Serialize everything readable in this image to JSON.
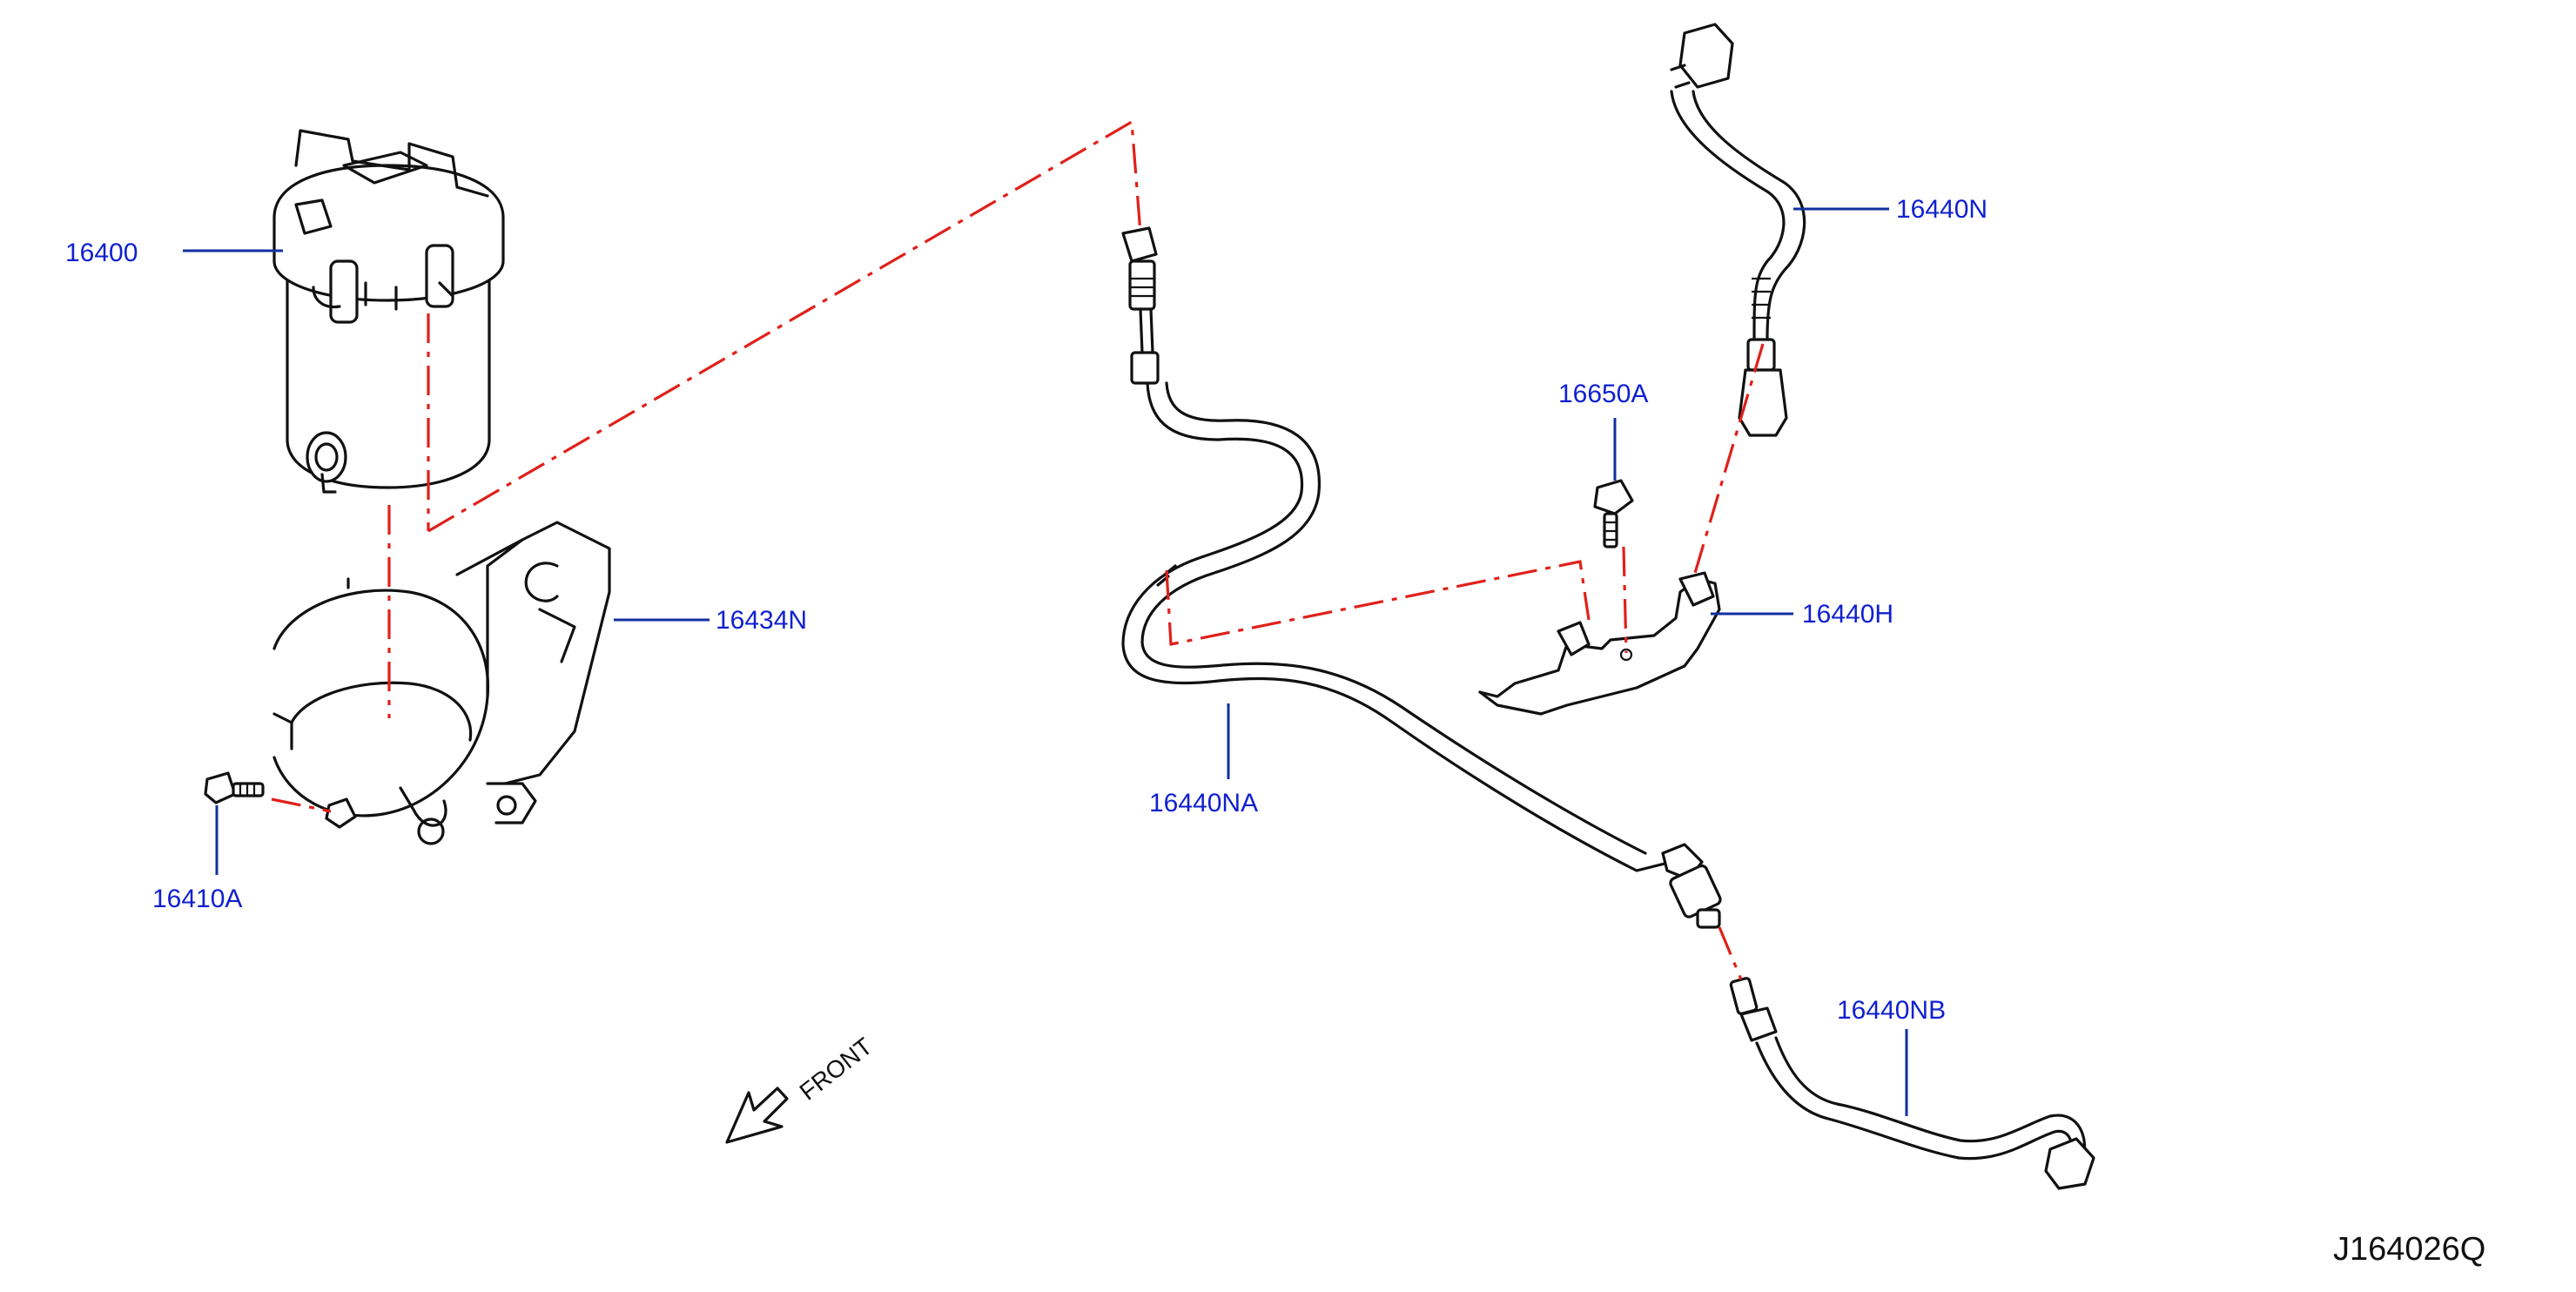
{
  "diagram_id": "J164026Q",
  "direction_label": "FRONT",
  "colors": {
    "line": "#111111",
    "callout_text": "#1020d0",
    "leader": "#1030a0",
    "alignment_dash": "#e0201a"
  },
  "parts": [
    {
      "number": "16400"
    },
    {
      "number": "16434N"
    },
    {
      "number": "16410A"
    },
    {
      "number": "16440NA"
    },
    {
      "number": "16440N"
    },
    {
      "number": "16650A"
    },
    {
      "number": "16440H"
    },
    {
      "number": "16440NB"
    }
  ]
}
